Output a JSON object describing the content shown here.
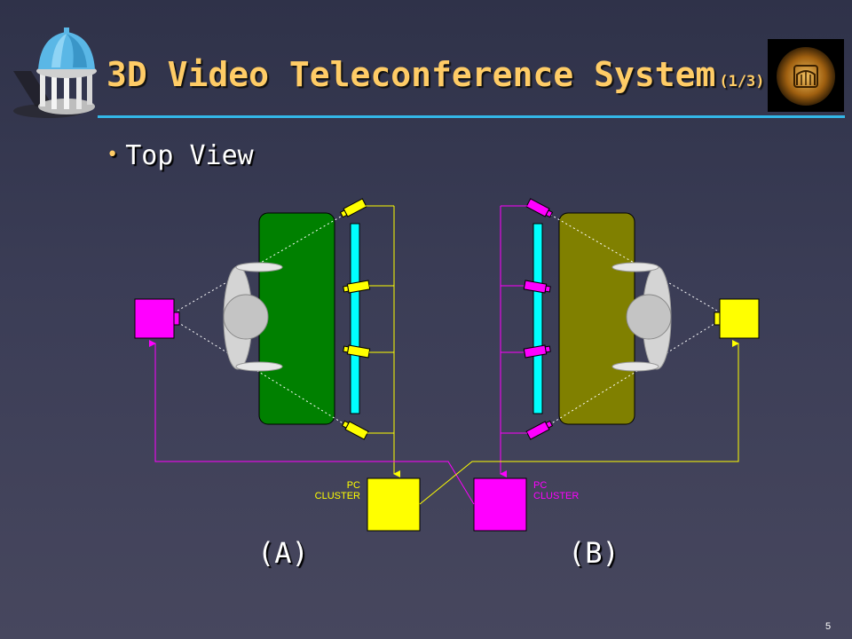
{
  "slide": {
    "title": "3D Video Teleconference System",
    "title_suffix": "(1/3)",
    "bullet": "Top View",
    "page_number": "5"
  },
  "diagram": {
    "site_a": {
      "label": "(A)",
      "cluster_label_line1": "PC",
      "cluster_label_line2": "CLUSTER",
      "wall_color": "#008000",
      "camera_color": "#ffff00",
      "projector_color": "#ff00ff"
    },
    "site_b": {
      "label": "(B)",
      "cluster_label_line1": "PC",
      "cluster_label_line2": "CLUSTER",
      "wall_color": "#808000",
      "camera_color": "#ff00ff",
      "projector_color": "#ffff00"
    }
  },
  "colors": {
    "title": "#ffcc66",
    "rule": "#33b7e8",
    "screen": "#00ffff",
    "background": "#3b3d56"
  },
  "icons": [
    "old-well-logo-icon",
    "lab-emblem-icon"
  ]
}
